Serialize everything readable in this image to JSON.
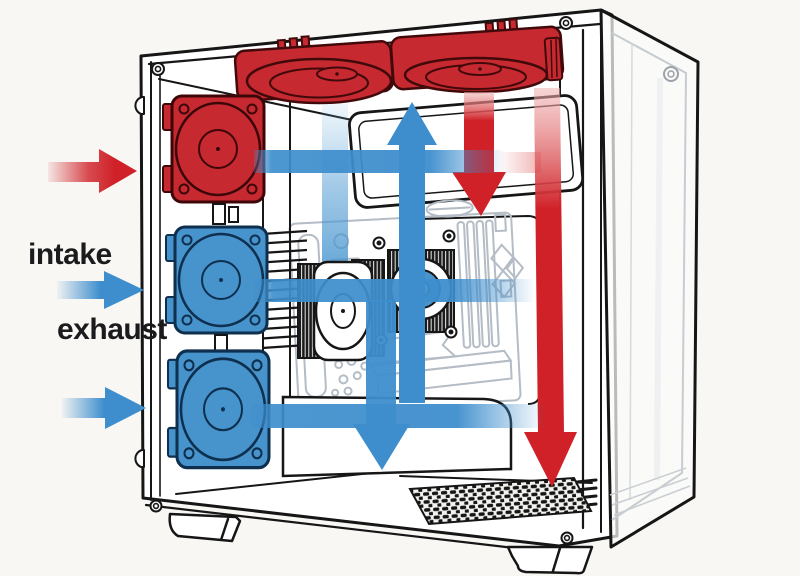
{
  "labels": {
    "intake": "intake",
    "exhaust": "exhaust"
  },
  "colors": {
    "intake_red": "#cf2127",
    "exhaust_blue": "#3e8ecd",
    "fan_red": "#c62a30",
    "fan_red_outline": "#42090b",
    "fan_blue": "#4793cc",
    "fan_blue_outline": "#0e2f4d",
    "case_outline": "#161616",
    "motherboard_gray": "#b4bcc5",
    "background": "#f8f7f4"
  },
  "diagram": {
    "type": "pc-case-airflow",
    "view": "open side of tower case, front-left perspective, glass side panel ajar on right",
    "fans": [
      {
        "id": "top-fan-left",
        "color": "red",
        "location": "top"
      },
      {
        "id": "top-fan-right",
        "color": "red",
        "location": "top"
      },
      {
        "id": "front-fan-top",
        "color": "red",
        "location": "front"
      },
      {
        "id": "front-fan-middle",
        "color": "blue",
        "location": "front"
      },
      {
        "id": "front-fan-bottom",
        "color": "blue",
        "location": "front"
      }
    ],
    "arrows": [
      {
        "id": "intake-arrow",
        "color": "red",
        "direction": "right",
        "position": "outside-left-top"
      },
      {
        "id": "exhaust-arrow-upper",
        "color": "blue",
        "direction": "left",
        "position": "outside-left-middle"
      },
      {
        "id": "exhaust-arrow-lower",
        "color": "blue",
        "direction": "left",
        "position": "outside-left-bottom"
      },
      {
        "id": "flow-up-arrow",
        "color": "blue",
        "direction": "up",
        "position": "inside-center"
      },
      {
        "id": "flow-down-arrow",
        "color": "blue",
        "direction": "down",
        "position": "inside-center-low"
      },
      {
        "id": "flow-down-red-short",
        "color": "red",
        "direction": "down",
        "position": "inside-under-top-fan-left"
      },
      {
        "id": "flow-down-red-long",
        "color": "red",
        "direction": "down",
        "position": "inside-under-top-fan-right-to-floor-grille"
      }
    ]
  }
}
